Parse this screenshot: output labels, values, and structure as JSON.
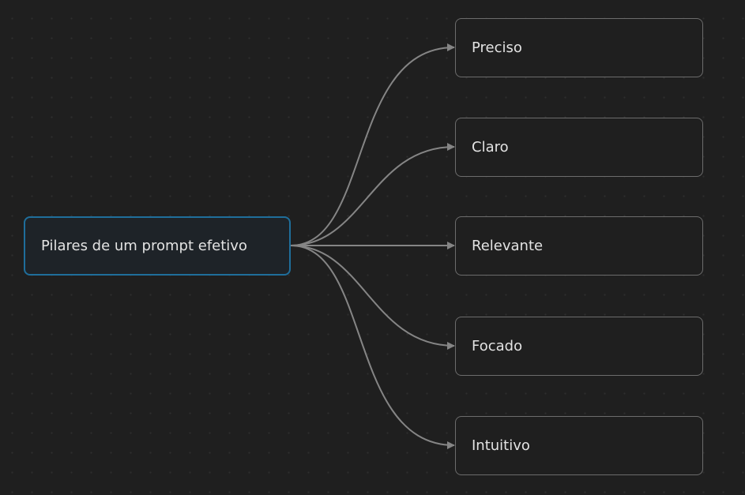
{
  "diagram": {
    "type": "mindmap",
    "root": {
      "label": "Pilares de um prompt efetivo",
      "border_color": "#1f6e9b"
    },
    "children": [
      {
        "label": "Preciso"
      },
      {
        "label": "Claro"
      },
      {
        "label": "Relevante"
      },
      {
        "label": "Focado"
      },
      {
        "label": "Intuitivo"
      }
    ],
    "edge_color": "#858585",
    "background_color": "#1f1f1f"
  }
}
